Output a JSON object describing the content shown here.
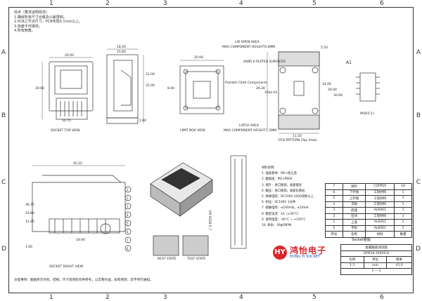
{
  "zones": {
    "top": [
      "1",
      "2",
      "3",
      "4",
      "5",
      "6"
    ],
    "bottom": [
      "1",
      "2",
      "3",
      "4",
      "5",
      "6"
    ],
    "left": [
      "A",
      "B",
      "C",
      "D"
    ],
    "right": [
      "A",
      "B",
      "C",
      "D"
    ]
  },
  "notes": {
    "title": "技术（要求说明规范）",
    "lines": [
      "1.确保所有尺寸合格及公差限制。",
      "2.PCB之节点尺寸，PCB布局0.1mm以上。",
      "3.焊盘不可接地。",
      "4.所有倒角。"
    ]
  },
  "views": {
    "top_view": "SOCKET TOP VIEW",
    "side_view": "SOCKET RAGHT VIEW",
    "limit_box": "LIMIT BOX VIEW",
    "pcb_pattern": "PCB PATTERN (Top View)",
    "rest_state": "REST STATE",
    "test_state": "TEST STATE",
    "detail_a1": "A1",
    "pad_label": "PAD(5:1)"
  },
  "dimensions": {
    "top_w": "20.00",
    "top_h": "30.00",
    "top_small": "10.75",
    "side_w1": "18.20",
    "side_w2": "15.60",
    "side_h": "25.00",
    "side_h2": "21.00",
    "side_b": "1.60",
    "limit_w": "20.00",
    "limit_h": "8.40",
    "pcb_w": "26.30",
    "pcb_a": "5.50",
    "pcb_b": "11.50",
    "pcb_h1": "14.00",
    "pcb_h2": "20.00",
    "pcb_h3": "30.00",
    "right_w": "45.22",
    "right_h": "36.75",
    "right_a": "19.60",
    "right_b": "12.45",
    "right_c": "1.60",
    "right_d": "18.00",
    "vertical": "DP-0218-5.7"
  },
  "pcb_notes": {
    "lid_open": "LID OPEN AREA",
    "max_comp": "MAX COMPONENT HEIGHT:6.0MM",
    "plated": "4XØ5.0 PLATED SURFACES",
    "prohibit": "Prohibit Cloth Components",
    "latch": "LATCH AREA",
    "max_comp2": "MAX COMPONENT HEIGHT:1.5MM",
    "pad_num": "1Pad A1"
  },
  "materials": {
    "header": "材料说明：",
    "lines": [
      "1. 插座基体：PEI+防尘盖",
      "2. 翻盖扭：PEI+PEEK",
      "3. 探针：进口铍铜，表面镀金",
      "4. 触压：进口铍铜，表面化镀层",
      "5. 绝缘电阻：DC100V 1000兆欧以上",
      "6. 耐压：AC100V 1分钟",
      "7. 接触电阻：≤100mΩ，≤10mA",
      "8. 额定电流：1A（±50°C）",
      "9. 使用温度：-40°C ~ +150°C",
      "10. 寿命：30gf/8PIN"
    ]
  },
  "bom": {
    "rows": [
      {
        "no": "7",
        "name": "探针",
        "mat": "COPPER",
        "qty": "18"
      },
      {
        "no": "6",
        "name": "下针板",
        "mat": "工程材料",
        "qty": "1"
      },
      {
        "no": "5",
        "name": "上针板",
        "mat": "工程材料",
        "qty": "1"
      },
      {
        "no": "4",
        "name": "浮板",
        "mat": "工程材料",
        "qty": "1"
      },
      {
        "no": "3",
        "name": "底座",
        "mat": "AL6061",
        "qty": "1"
      },
      {
        "no": "2",
        "name": "压块",
        "mat": "工程材料",
        "qty": "1"
      },
      {
        "no": "1",
        "name": "上盖",
        "mat": "AL6061",
        "qty": "1"
      },
      {
        "no": "0",
        "name": "手扣",
        "mat": "AL6061",
        "qty": "1"
      }
    ],
    "header": {
      "no": "序号",
      "name": "名称",
      "mat": "材料",
      "qty": "数量"
    },
    "title": "Socket整图"
  },
  "company": {
    "cn": "鸿怡电子",
    "en": "HONG YI SOCKET",
    "mark": "HY",
    "drawing_name": "DFN18-3X4X0.8",
    "desc": "金属翻盖测试座",
    "scale_label": "比例",
    "scale": "1:1",
    "unit_label": "单位",
    "unit": "mm",
    "version_label": "版本",
    "version": "V1.0",
    "sheet": "1 — 1"
  },
  "footer_note": "注意事项：图纸所示外形、结构、尺寸等资料仅供参考，以实物为准，如有修改，恕不另行通知。",
  "callouts": [
    "1",
    "2",
    "3",
    "4",
    "5",
    "6",
    "7",
    "8"
  ]
}
